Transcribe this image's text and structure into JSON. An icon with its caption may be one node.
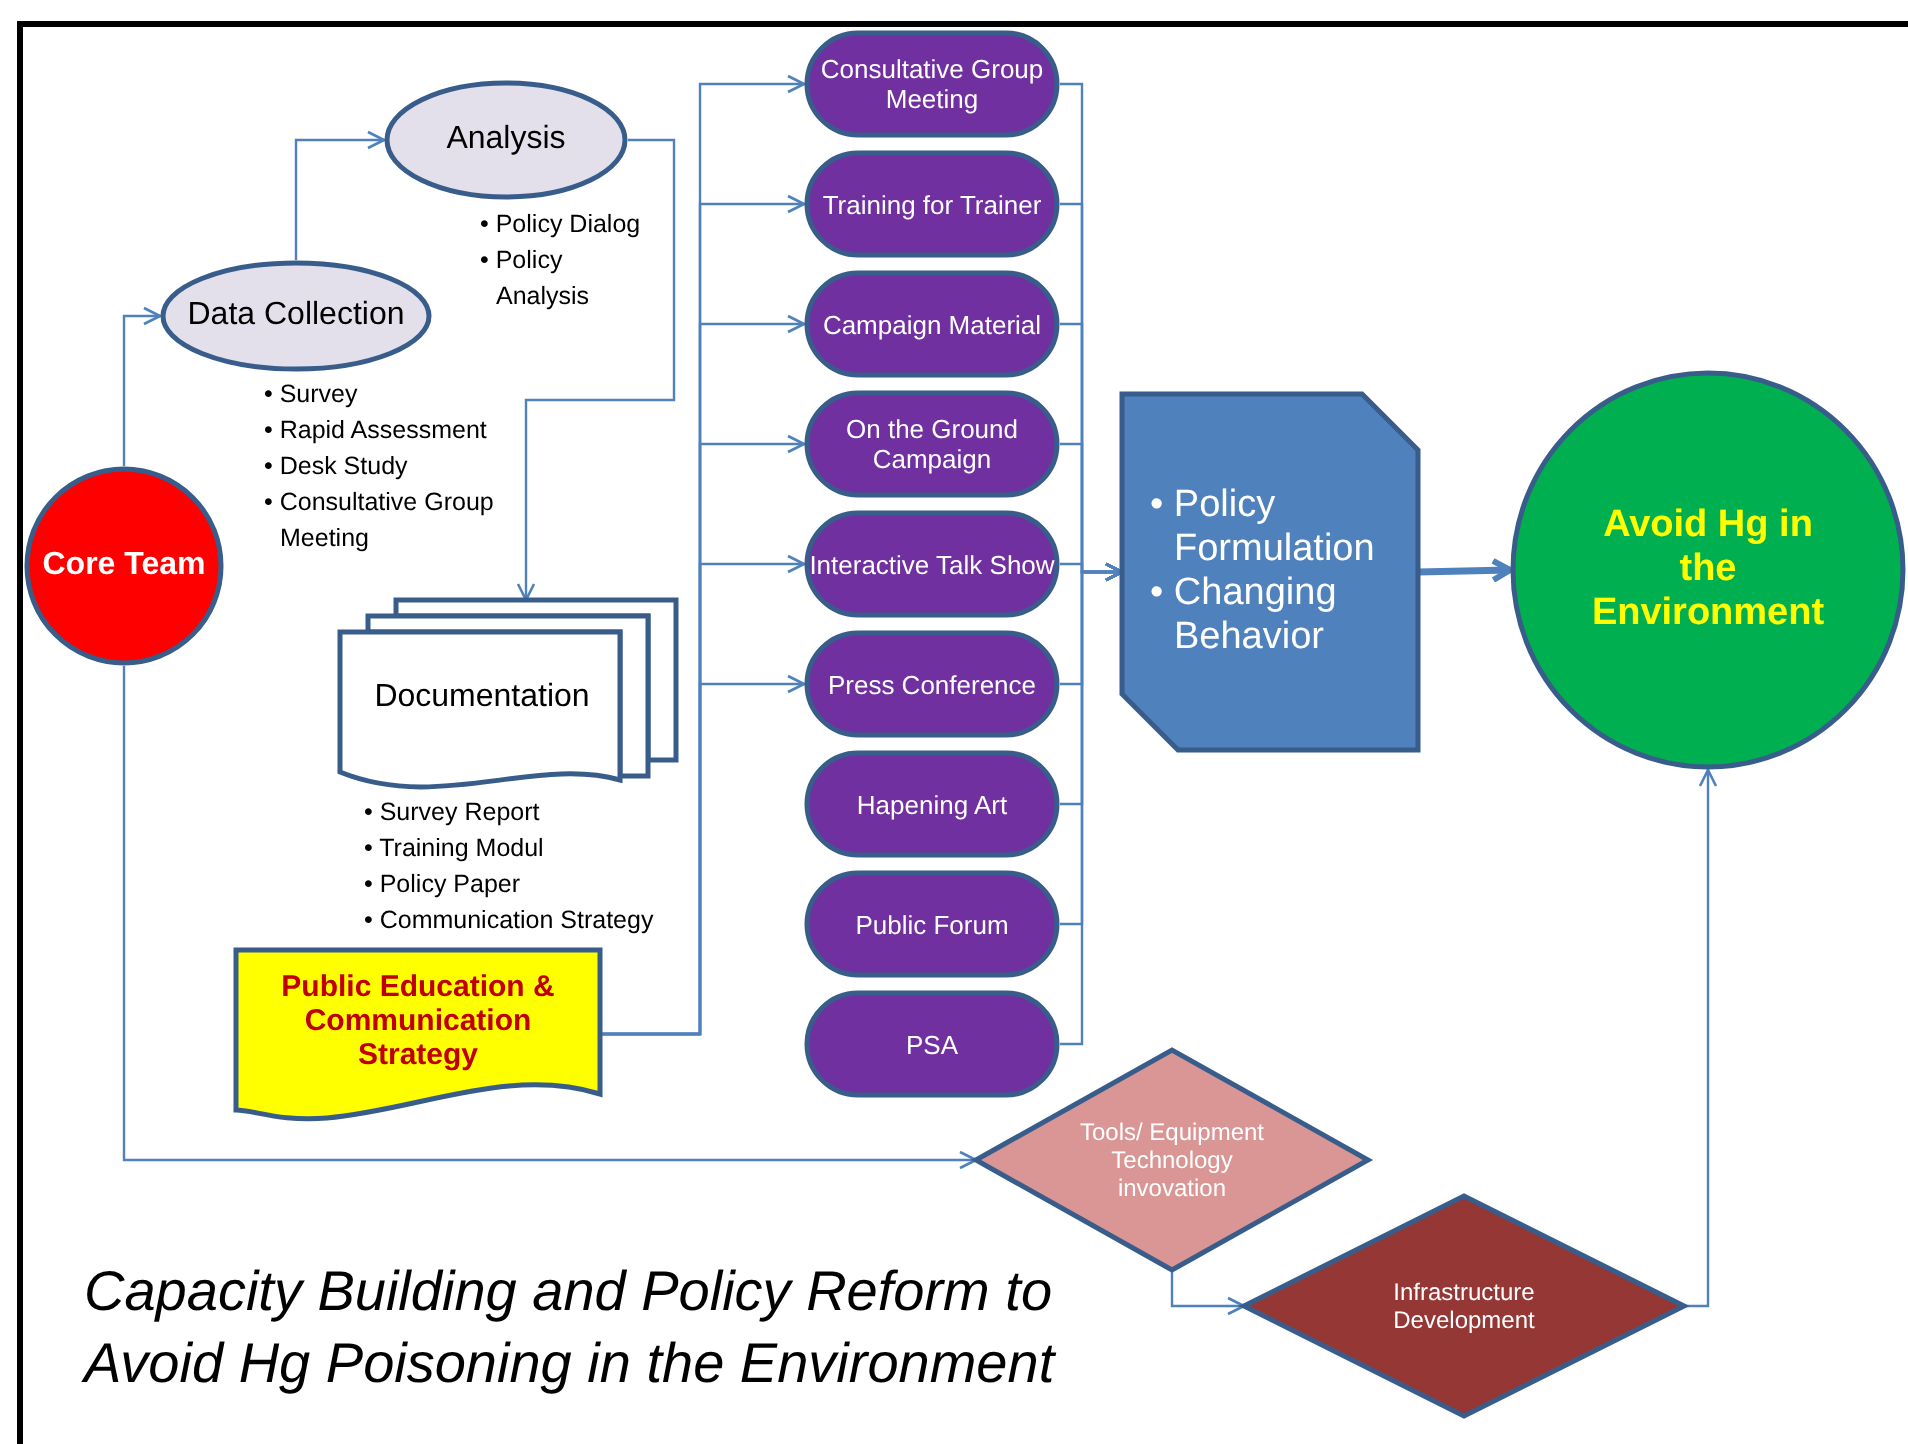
{
  "diagram": {
    "title": "Capacity Building and Policy Reform to Avoid Hg Poisoning in the Environment",
    "nodes": [
      {
        "text": [
          "Core Team"
        ]
      },
      {
        "text": [
          "Data Collection"
        ],
        "beside": [
          "• Survey",
          "• Rapid Assessment",
          "• Desk Study",
          "• Consultative Group Meeting"
        ]
      },
      {
        "text": [
          "Analysis"
        ],
        "beside": [
          "• Policy Dialog",
          "• Policy Analysis"
        ]
      },
      {
        "text": [
          "Documentation"
        ],
        "beside": [
          "• Survey Report",
          "• Training Modul",
          "• Policy Paper",
          "• Communication Strategy"
        ]
      },
      {
        "text": [
          "Public Education & Communication Strategy"
        ]
      },
      {
        "text": [
          "Consultative Group Meeting"
        ]
      },
      {
        "text": [
          "Training for Trainer"
        ]
      },
      {
        "text": [
          "Campaign Material"
        ]
      },
      {
        "text": [
          "On the Ground Campaign"
        ]
      },
      {
        "text": [
          "Interactive Talk Show"
        ]
      },
      {
        "text": [
          "Press Conference"
        ]
      },
      {
        "text": [
          "Hapening Art"
        ]
      },
      {
        "text": [
          "Public Forum"
        ]
      },
      {
        "text": [
          "PSA"
        ]
      },
      {
        "text": [
          "• Policy Formulation",
          "• Changing Behavior"
        ]
      },
      {
        "text": [
          "Avoid Hg in the Environment"
        ]
      },
      {
        "text": [
          "Tools/ Equipment Technology invovation"
        ]
      },
      {
        "text": [
          "Infrastructure Development"
        ]
      }
    ],
    "edges": [
      {
        "from": 0,
        "to": 1,
        "arrow": "to"
      },
      {
        "from": 1,
        "to": 2,
        "arrow": "to"
      },
      {
        "from": 2,
        "to": 3,
        "arrow": "to"
      },
      {
        "from": 0,
        "to": 16,
        "arrow": "to"
      },
      {
        "from": 4,
        "to": 5,
        "arrow": "to"
      },
      {
        "from": 4,
        "to": 6,
        "arrow": "to"
      },
      {
        "from": 4,
        "to": 7,
        "arrow": "to"
      },
      {
        "from": 4,
        "to": 8,
        "arrow": "to"
      },
      {
        "from": 4,
        "to": 9,
        "arrow": "to"
      },
      {
        "from": 4,
        "to": 10,
        "arrow": "to"
      },
      {
        "from": 5,
        "to": 14,
        "arrow": "to"
      },
      {
        "from": 6,
        "to": 14,
        "arrow": "to"
      },
      {
        "from": 7,
        "to": 14,
        "arrow": "to"
      },
      {
        "from": 8,
        "to": 14,
        "arrow": "to"
      },
      {
        "from": 9,
        "to": 14,
        "arrow": "to"
      },
      {
        "from": 10,
        "to": 14,
        "arrow": "to"
      },
      {
        "from": 11,
        "to": 14,
        "arrow": "to"
      },
      {
        "from": 12,
        "to": 14,
        "arrow": "to"
      },
      {
        "from": 13,
        "to": 14,
        "arrow": "to"
      },
      {
        "from": 14,
        "to": 15,
        "arrow": "to",
        "style": "thick"
      },
      {
        "from": 16,
        "to": 17,
        "arrow": "to"
      },
      {
        "from": 17,
        "to": 15,
        "arrow": "to"
      }
    ]
  }
}
